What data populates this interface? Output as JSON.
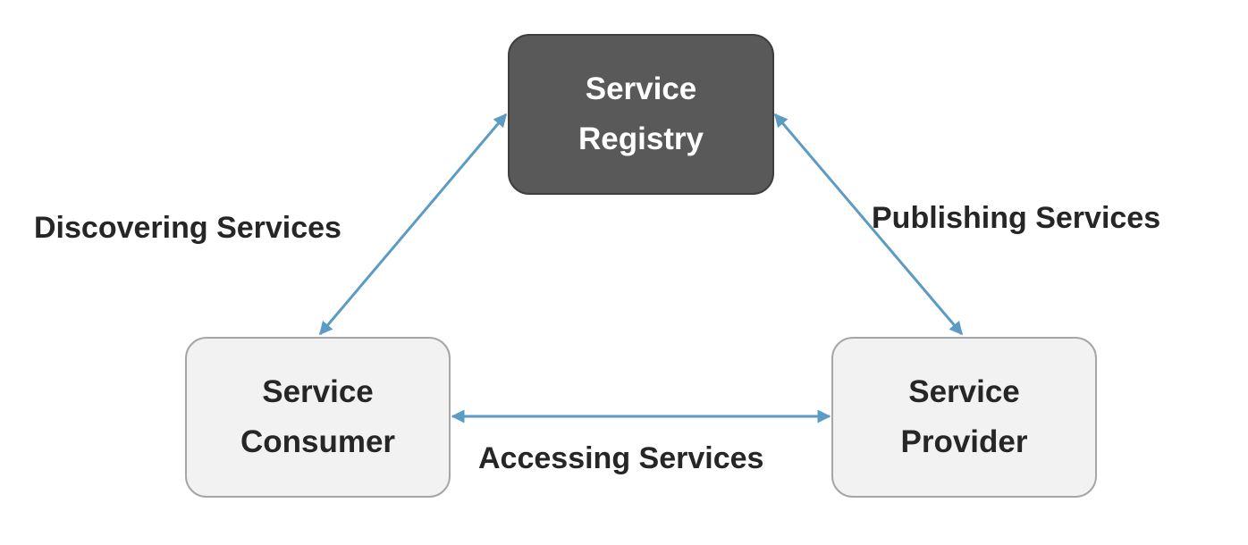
{
  "nodes": {
    "registry": {
      "line1": "Service",
      "line2": "Registry",
      "fill": "#595959",
      "text_color": "#ffffff"
    },
    "consumer": {
      "line1": "Service",
      "line2": "Consumer",
      "fill": "#f2f2f2",
      "text_color": "#262626"
    },
    "provider": {
      "line1": "Service",
      "line2": "Provider",
      "fill": "#f2f2f2",
      "text_color": "#262626"
    }
  },
  "edges": {
    "discover": {
      "label": "Discovering Services",
      "direction": "bidirectional"
    },
    "publish": {
      "label": "Publishing Services",
      "direction": "bidirectional"
    },
    "access": {
      "label": "Accessing Services",
      "direction": "bidirectional"
    }
  },
  "colors": {
    "arrow": "#5b9bc4",
    "node_border_light": "#a6a6a6",
    "text": "#262626"
  }
}
